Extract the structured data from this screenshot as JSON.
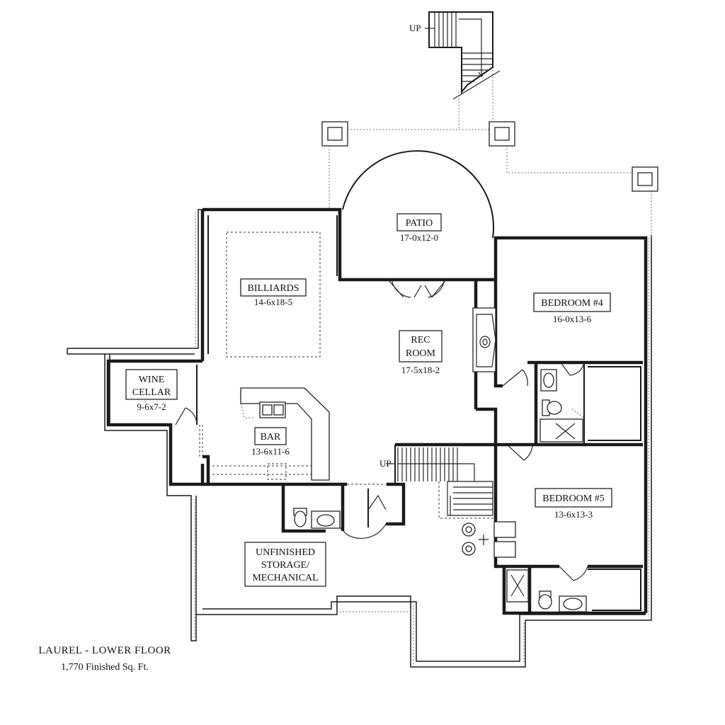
{
  "title": "LAUREL - LOWER FLOOR",
  "subtitle": "1,770 Finished Sq. Ft.",
  "rooms": {
    "patio": {
      "name": "PATIO",
      "dim": "17-0x12-0"
    },
    "billiards": {
      "name": "BILLIARDS",
      "dim": "14-6x18-5"
    },
    "rec_room": {
      "name_line1": "REC",
      "name_line2": "ROOM",
      "dim": "17-5x18-2"
    },
    "bedroom4": {
      "name": "BEDROOM #4",
      "dim": "16-0x13-6"
    },
    "wine_cellar": {
      "name_line1": "WINE",
      "name_line2": "CELLAR",
      "dim": "9-6x7-2"
    },
    "bar": {
      "name": "BAR",
      "dim": "13-6x11-6"
    },
    "bedroom5": {
      "name": "BEDROOM #5",
      "dim": "13-6x13-3"
    },
    "storage": {
      "line1": "UNFINISHED",
      "line2": "STORAGE/",
      "line3": "MECHANICAL"
    }
  },
  "stairs": {
    "top_label": "UP",
    "main_label": "UP"
  }
}
